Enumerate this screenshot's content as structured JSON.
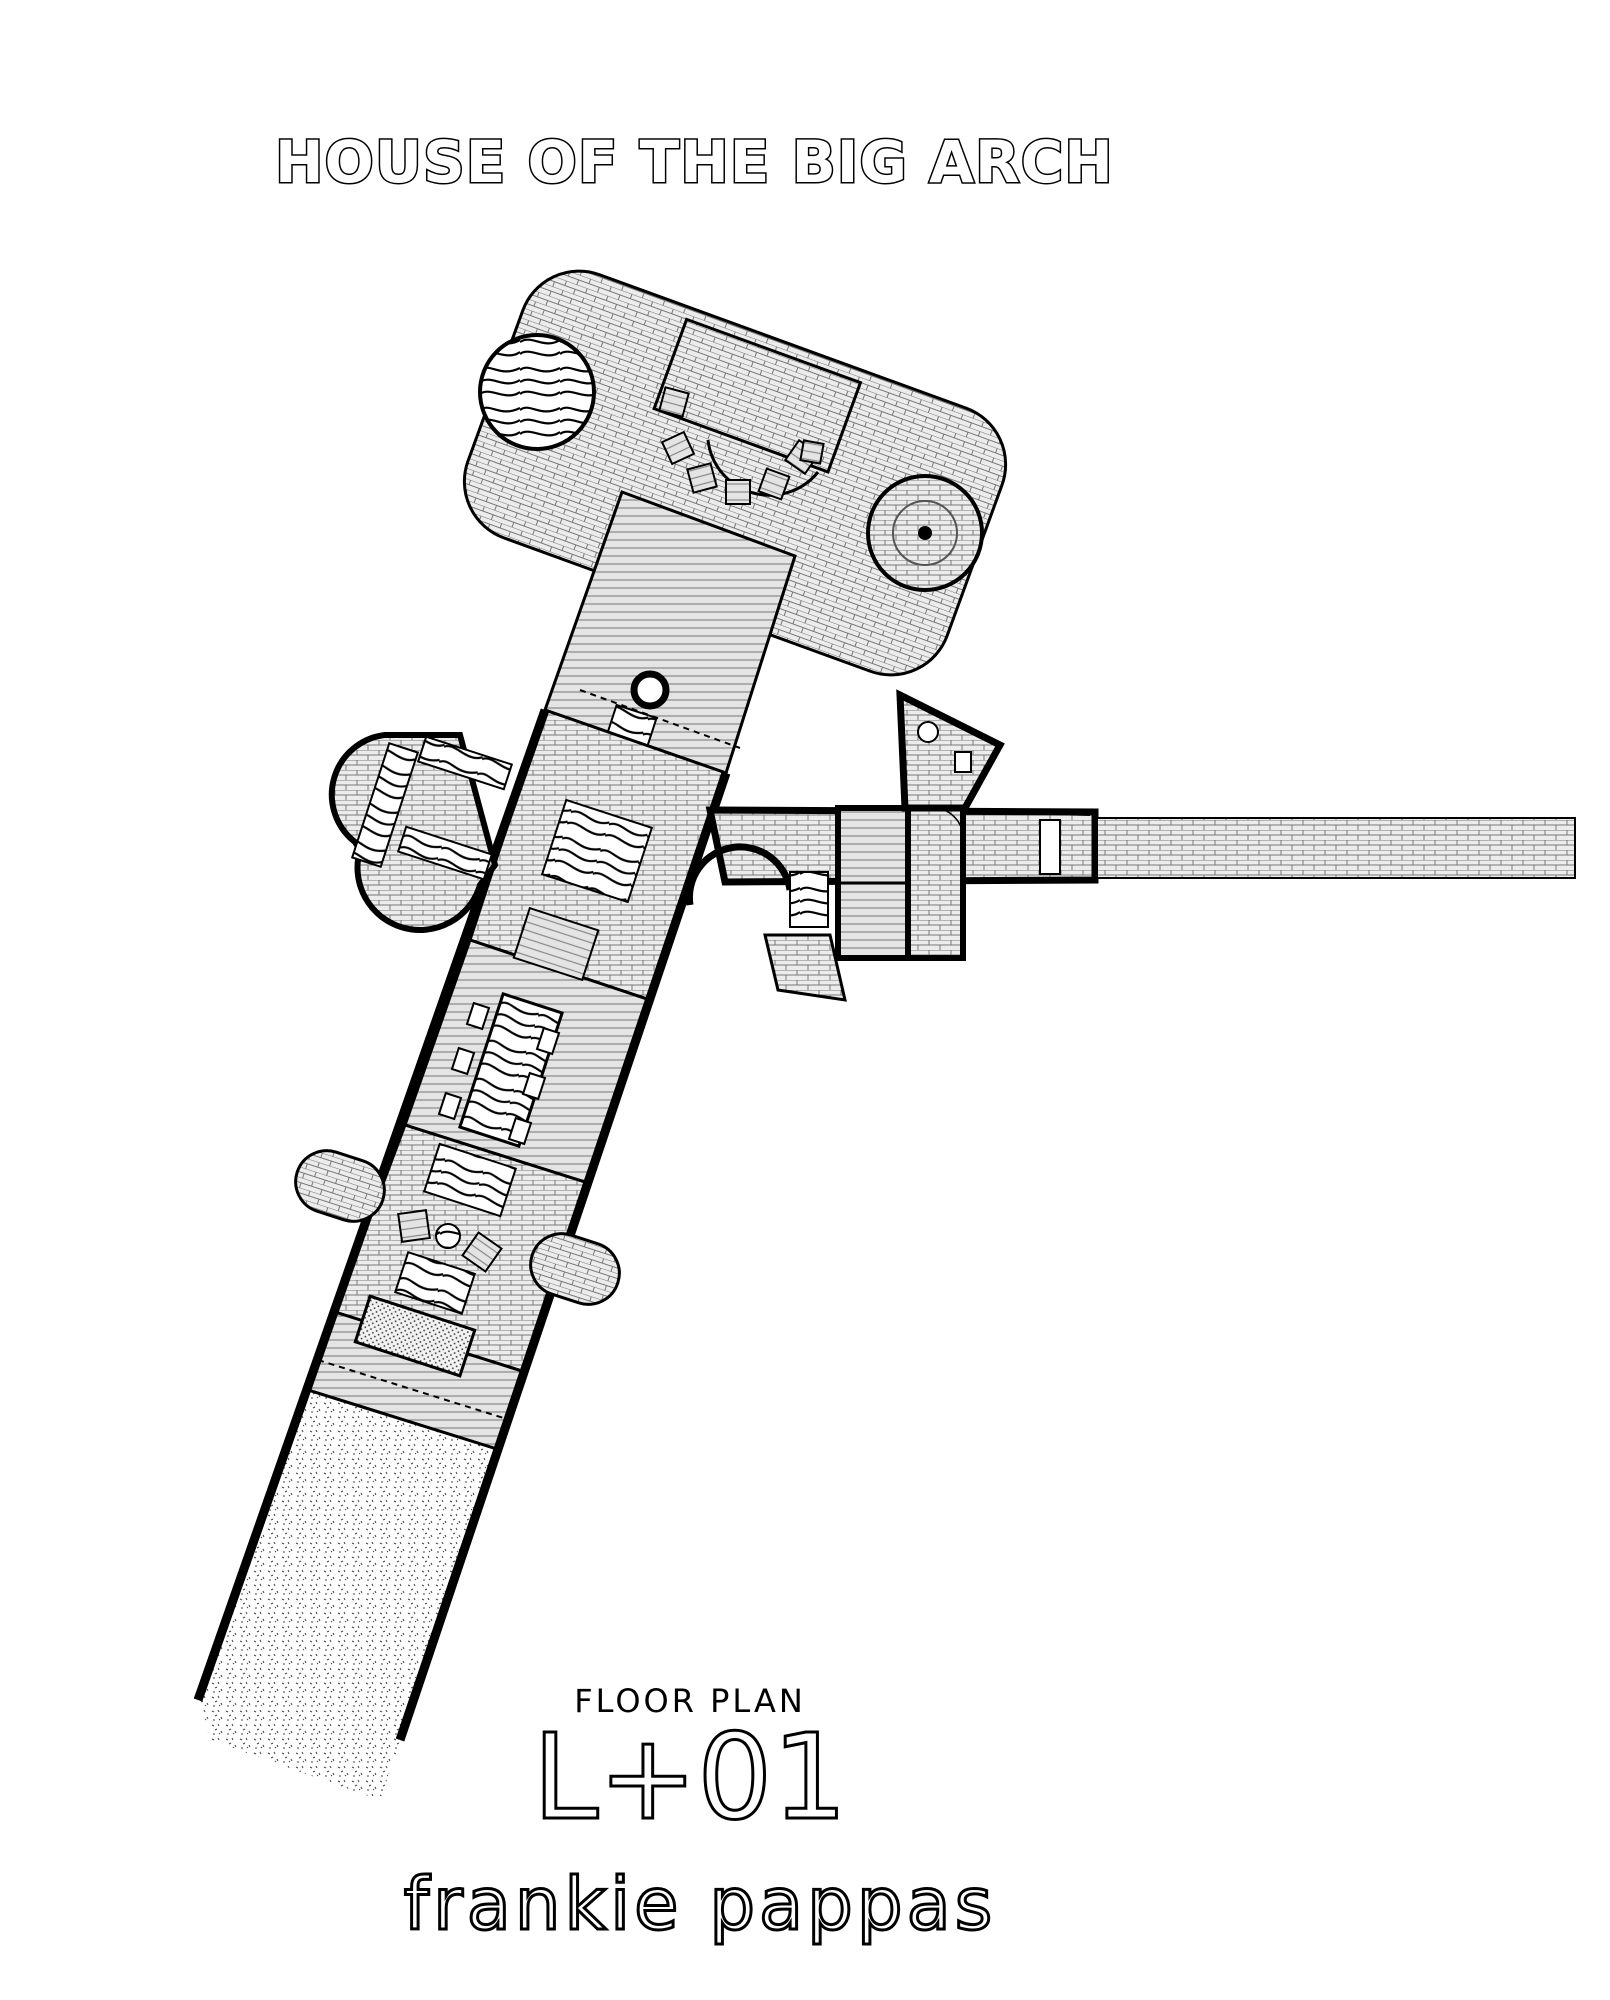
{
  "drawing": {
    "title": "HOUSE OF THE BIG ARCH",
    "plan_label": "FLOOR PLAN",
    "level": "L+01",
    "author": "frankie pappas"
  },
  "colors": {
    "ink": "#000000",
    "paper": "#ffffff",
    "floor_tone": "#dcdcdc",
    "pattern_tone": "#bfbfbf"
  }
}
